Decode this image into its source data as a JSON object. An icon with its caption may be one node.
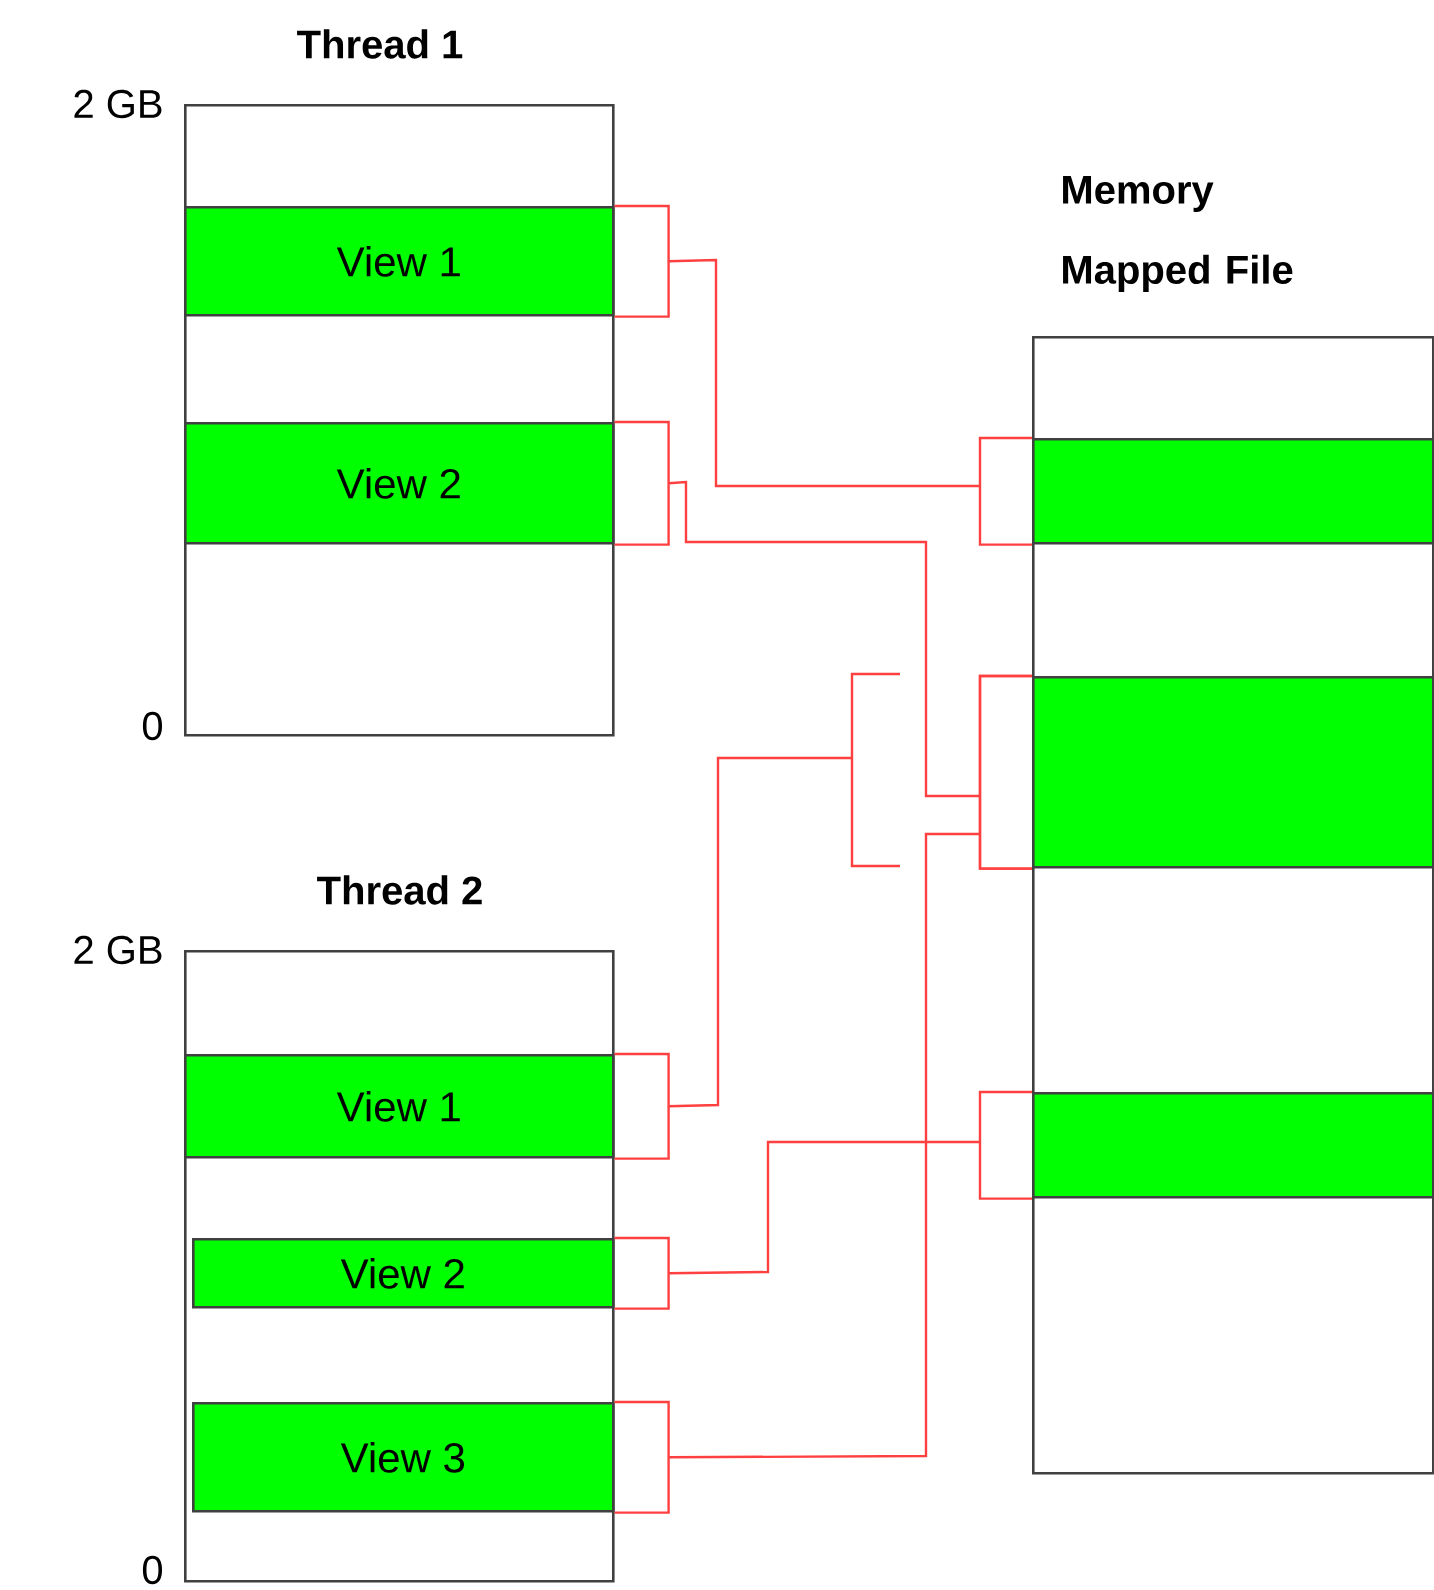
{
  "diagram": {
    "nodes": [
      {
        "text": [
          "Thread 1"
        ]
      },
      {
        "text": [
          "View 1"
        ],
        "in": 0
      },
      {
        "text": [
          "View 2"
        ],
        "in": 0
      },
      {
        "text": [
          "Thread 2"
        ]
      },
      {
        "text": [
          "View 1"
        ],
        "in": 3
      },
      {
        "text": [
          "View 2"
        ],
        "in": 3
      },
      {
        "text": [
          "View 3"
        ],
        "in": 3
      },
      {
        "text": [
          "Memory Mapped File"
        ]
      },
      {
        "text": [],
        "shape": "bar",
        "in": 7
      },
      {
        "text": [],
        "shape": "bar",
        "in": 7
      },
      {
        "text": [],
        "shape": "bar",
        "in": 7
      }
    ],
    "edges": [
      {
        "from": 1,
        "to": 8,
        "arrow": "none",
        "color": "#ff4040"
      },
      {
        "from": 2,
        "to": 9,
        "arrow": "none",
        "color": "#ff4040"
      },
      {
        "from": 4,
        "to": null,
        "arrow": "none",
        "color": "#ff4040"
      },
      {
        "from": 5,
        "to": 10,
        "arrow": "none",
        "color": "#ff4040"
      },
      {
        "from": 6,
        "to": 9,
        "arrow": "none",
        "color": "#ff4040"
      }
    ],
    "labels": [
      "2 GB",
      "0",
      "2 GB",
      "0"
    ]
  }
}
